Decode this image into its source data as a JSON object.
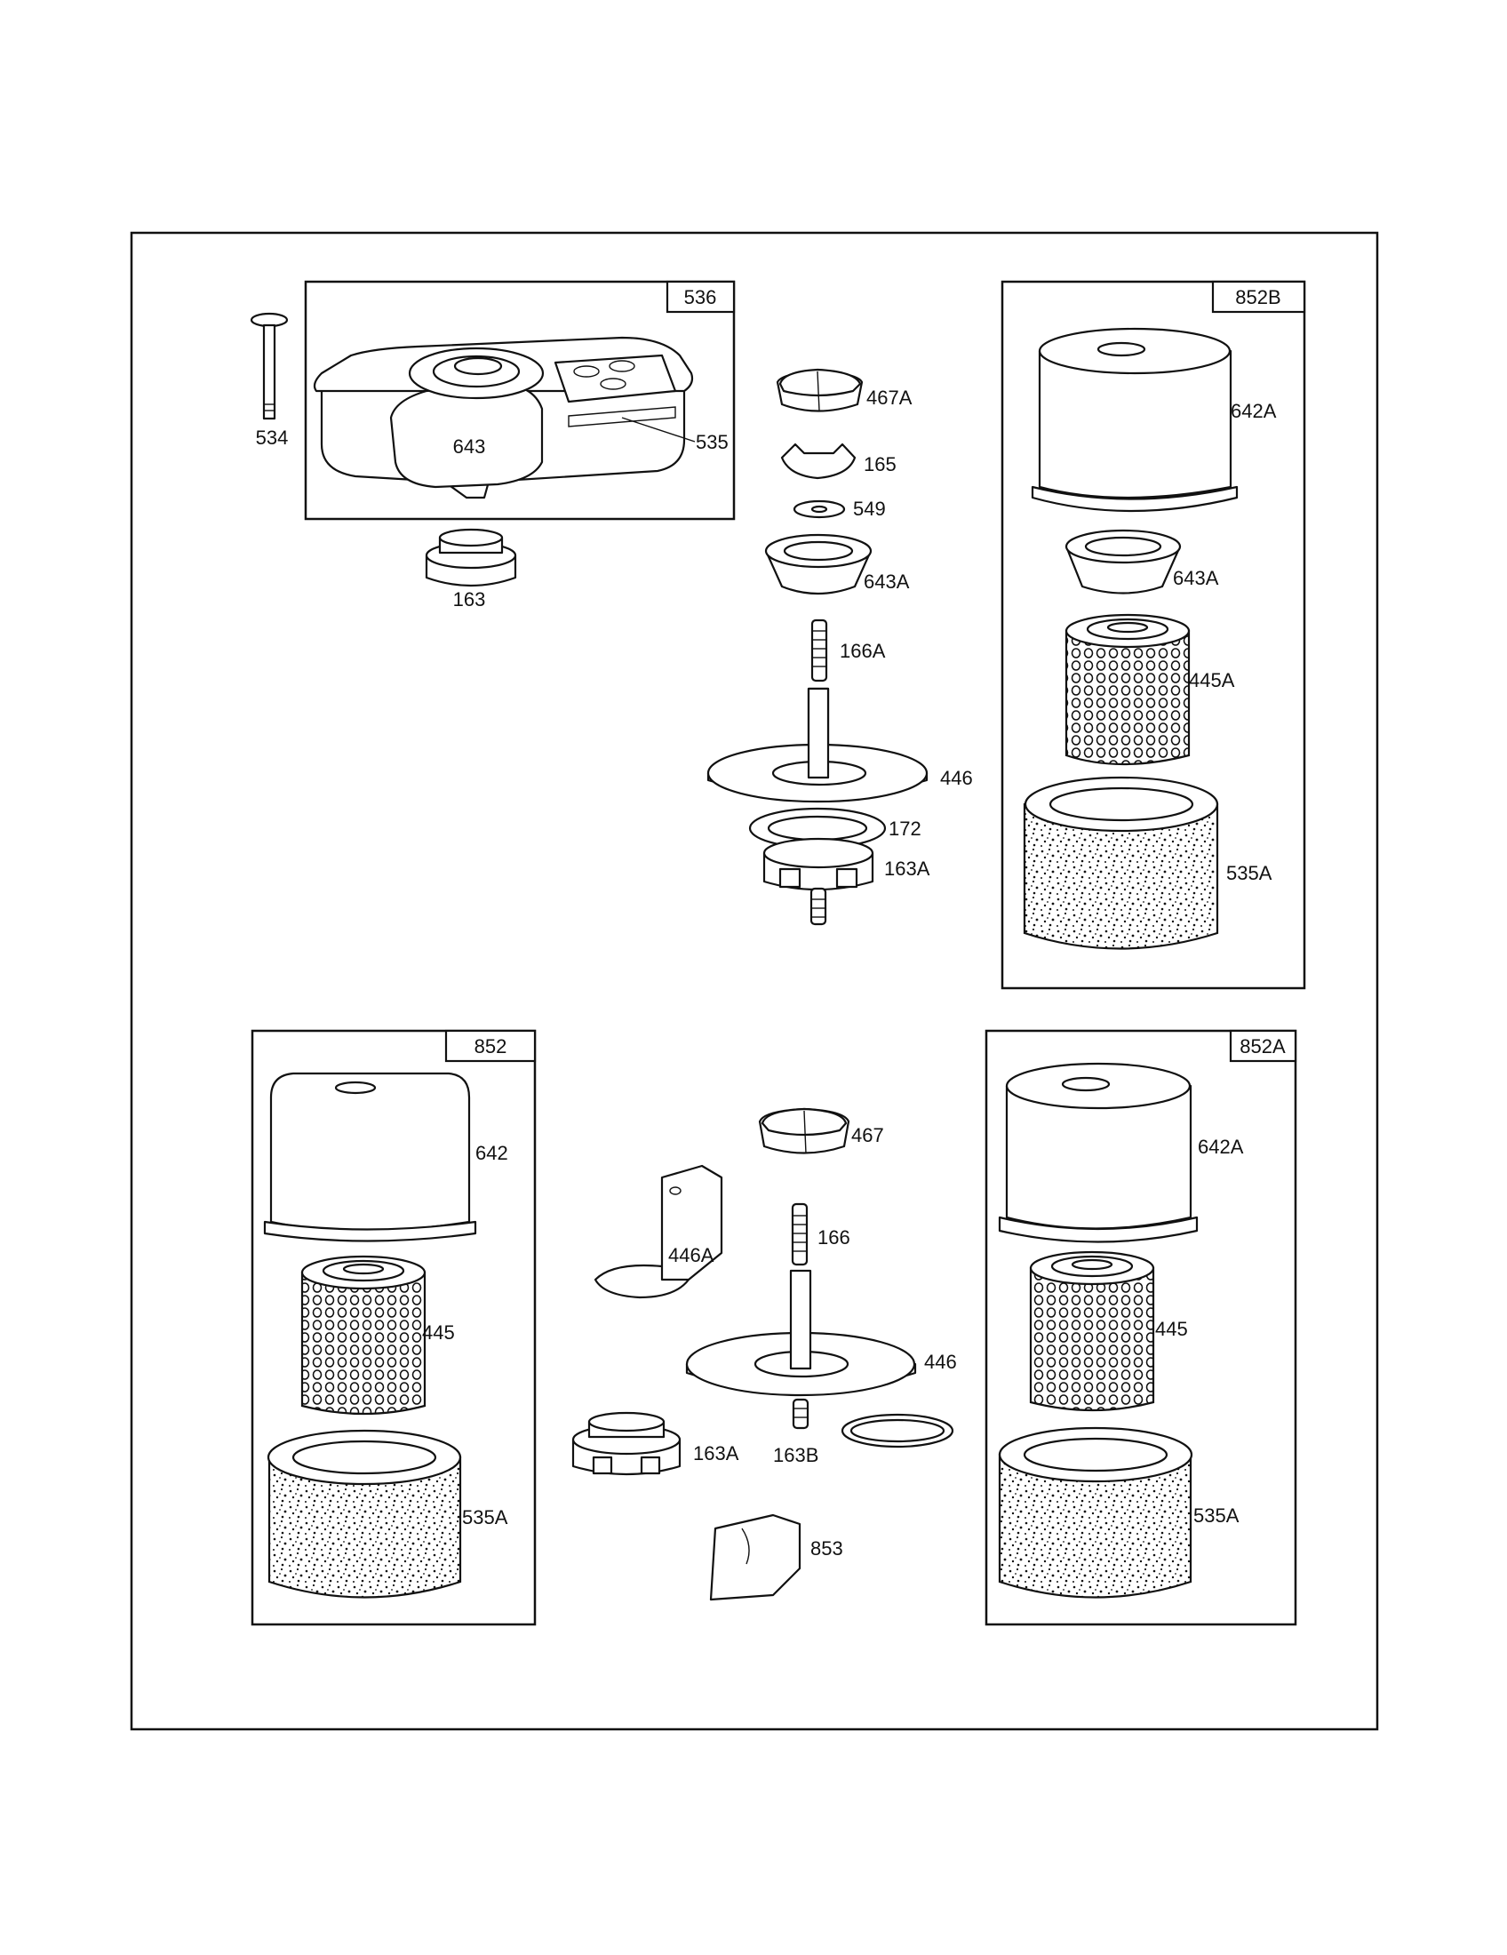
{
  "diagram": {
    "groups": [
      {
        "id": "536",
        "label": "536"
      },
      {
        "id": "852B",
        "label": "852B"
      },
      {
        "id": "852",
        "label": "852"
      },
      {
        "id": "852A",
        "label": "852A"
      }
    ],
    "labels": {
      "p534": "534",
      "p643": "643",
      "p535": "535",
      "p163": "163",
      "p467A": "467A",
      "p165": "165",
      "p549": "549",
      "p643A_c": "643A",
      "p166A": "166A",
      "p446_c": "446",
      "p172": "172",
      "p163A_c": "163A",
      "p642A_r": "642A",
      "p643A_r": "643A",
      "p445A": "445A",
      "p535A_r": "535A",
      "p642": "642",
      "p445_l": "445",
      "p535A_l": "535A",
      "p467": "467",
      "p446A": "446A",
      "p166": "166",
      "p446_b": "446",
      "p163A_b": "163A",
      "p163B": "163B",
      "p853": "853",
      "p642A_br": "642A",
      "p445_br": "445",
      "p535A_br": "535A"
    }
  }
}
